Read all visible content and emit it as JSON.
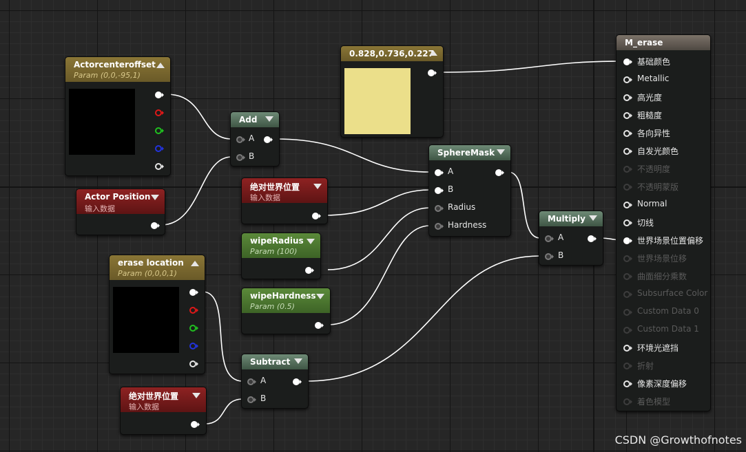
{
  "nodes": {
    "actor_center_offset": {
      "title": "Actorcenteroffset",
      "subtitle": "Param (0,0,-95,1)"
    },
    "actor_position": {
      "title": "Actor Position",
      "subtitle": "输入数据"
    },
    "add": {
      "title": "Add",
      "pin_a": "A",
      "pin_b": "B"
    },
    "color_constant": {
      "title": "0.828,0.736,0.227",
      "swatch_color": "#ebdf8a"
    },
    "abs_world_pos_1": {
      "title": "绝对世界位置",
      "subtitle": "输入数据"
    },
    "wipe_radius": {
      "title": "wipeRadius",
      "subtitle": "Param (100)"
    },
    "wipe_hardness": {
      "title": "wipeHardness",
      "subtitle": "Param (0.5)"
    },
    "sphere_mask": {
      "title": "SphereMask",
      "pin_a": "A",
      "pin_b": "B",
      "pin_radius": "Radius",
      "pin_hardness": "Hardness"
    },
    "erase_location": {
      "title": "erase location",
      "subtitle": "Param (0,0,0,1)"
    },
    "subtract": {
      "title": "Subtract",
      "pin_a": "A",
      "pin_b": "B"
    },
    "abs_world_pos_2": {
      "title": "绝对世界位置",
      "subtitle": "输入数据"
    },
    "multiply": {
      "title": "Multiply",
      "pin_a": "A",
      "pin_b": "B"
    },
    "material": {
      "title": "M_erase",
      "pins": [
        {
          "label": "基础颜色",
          "active": true,
          "filled": true
        },
        {
          "label": "Metallic",
          "active": true,
          "filled": false
        },
        {
          "label": "高光度",
          "active": true,
          "filled": false
        },
        {
          "label": "粗糙度",
          "active": true,
          "filled": false
        },
        {
          "label": "各向异性",
          "active": true,
          "filled": false
        },
        {
          "label": "自发光颜色",
          "active": true,
          "filled": false
        },
        {
          "label": "不透明度",
          "active": false,
          "filled": false
        },
        {
          "label": "不透明蒙版",
          "active": false,
          "filled": false
        },
        {
          "label": "Normal",
          "active": true,
          "filled": false
        },
        {
          "label": "切线",
          "active": true,
          "filled": false
        },
        {
          "label": "世界场景位置偏移",
          "active": true,
          "filled": true
        },
        {
          "label": "世界场景位移",
          "active": false,
          "filled": false
        },
        {
          "label": "曲面细分乘数",
          "active": false,
          "filled": false
        },
        {
          "label": "Subsurface Color",
          "active": false,
          "filled": false
        },
        {
          "label": "Custom Data 0",
          "active": false,
          "filled": false
        },
        {
          "label": "Custom Data 1",
          "active": false,
          "filled": false
        },
        {
          "label": "环境光遮挡",
          "active": true,
          "filled": false
        },
        {
          "label": "折射",
          "active": false,
          "filled": false
        },
        {
          "label": "像素深度偏移",
          "active": true,
          "filled": false
        },
        {
          "label": "着色模型",
          "active": false,
          "filled": false
        }
      ]
    }
  },
  "watermark": "CSDN @Growthofnotes",
  "colors": {
    "wire": "#ffffff",
    "grid_bg": "#262626",
    "param_header": "#8a7636",
    "input_header": "#8e2222",
    "math_header": "#6e8a76"
  }
}
